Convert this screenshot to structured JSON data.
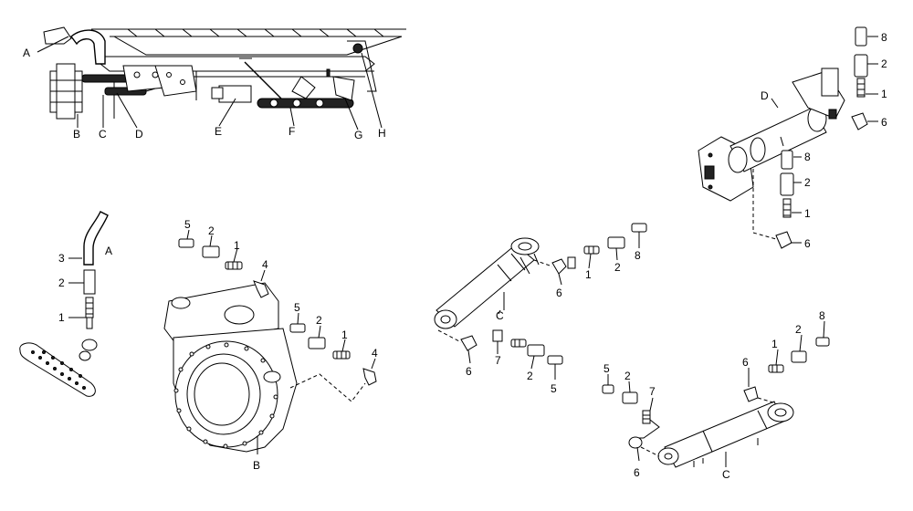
{
  "labels": {
    "top_A": "A",
    "top_B": "B",
    "top_C": "C",
    "top_D": "D",
    "top_E": "E",
    "top_F": "F",
    "top_G": "G",
    "top_H": "H",
    "left_3": "3",
    "left_A": "A",
    "left_2": "2",
    "left_1": "1",
    "mid_5a": "5",
    "mid_2a": "2",
    "mid_1a": "1",
    "mid_4a": "4",
    "mid_5b": "5",
    "mid_2b": "2",
    "mid_1b": "1",
    "mid_4b": "4",
    "mid_B": "B",
    "cyl1_C": "C",
    "cyl1_6a": "6",
    "cyl1_1": "1",
    "cyl1_2a": "2",
    "cyl1_8": "8",
    "cyl1_6b": "6",
    "cyl1_7": "7",
    "cyl1_2b": "2",
    "cyl1_5": "5",
    "tr_8a": "8",
    "tr_2a": "2",
    "tr_1a": "1",
    "tr_6a": "6",
    "tr_D": "D",
    "tr_8b": "8",
    "tr_2b": "2",
    "tr_1b": "1",
    "tr_6b": "6",
    "br_5": "5",
    "br_2a": "2",
    "br_7": "7",
    "br_6a": "6",
    "br_6b": "6",
    "br_1": "1",
    "br_2b": "2",
    "br_8": "8",
    "br_C": "C"
  }
}
